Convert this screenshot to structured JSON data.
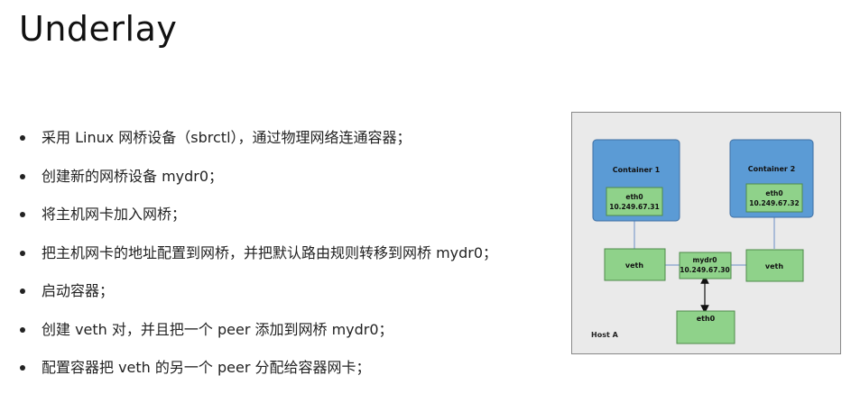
{
  "slide": {
    "title": "Underlay",
    "bullets": [
      "采用 Linux  网桥设备（sbrctl），通过物理网络连通容器；",
      "创建新的网桥设备 mydr0；",
      "将主机网卡加入网桥；",
      "把主机网卡的地址配置到网桥，并把默认路由规则转移到网桥 mydr0；",
      "启动容器；",
      "创建 veth 对，并且把一个 peer 添加到网桥 mydr0；",
      "配置容器把 veth 的另一个 peer 分配给容器网卡；"
    ]
  },
  "diagram": {
    "host_label": "Host A",
    "container1": {
      "name": "Container 1",
      "eth_name": "eth0",
      "eth_ip": "10.249.67.31"
    },
    "container2": {
      "name": "Container 2",
      "eth_name": "eth0",
      "eth_ip": "10.249.67.32"
    },
    "veth_left": "veth",
    "veth_right": "veth",
    "bridge": {
      "name": "mydr0",
      "ip": "10.249.67.30"
    },
    "host_eth": "eth0",
    "colors": {
      "host_bg": "#eaeaea",
      "container_fill": "#5b9bd5",
      "interface_fill": "#8fd28a",
      "link": "#6a8fc6"
    }
  }
}
